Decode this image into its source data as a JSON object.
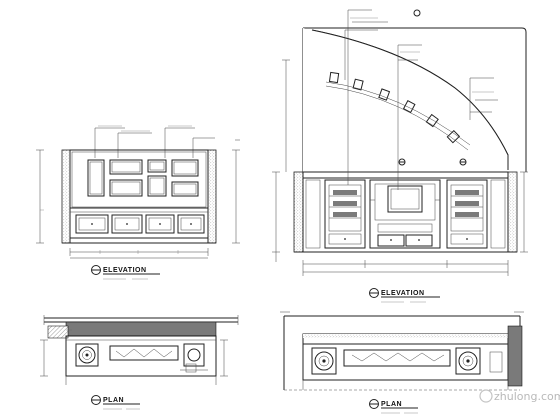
{
  "drawings": {
    "elevation_1": {
      "title": "ELEVATION"
    },
    "elevation_2": {
      "title": "ELEVATION"
    },
    "plan_1": {
      "title": "PLAN"
    },
    "plan_2": {
      "title": "PLAN"
    }
  },
  "watermark": {
    "text": "zhulong.com"
  },
  "colors": {
    "line": "#222222",
    "hatch": "#7a7a7a",
    "paper": "#ffffff"
  }
}
